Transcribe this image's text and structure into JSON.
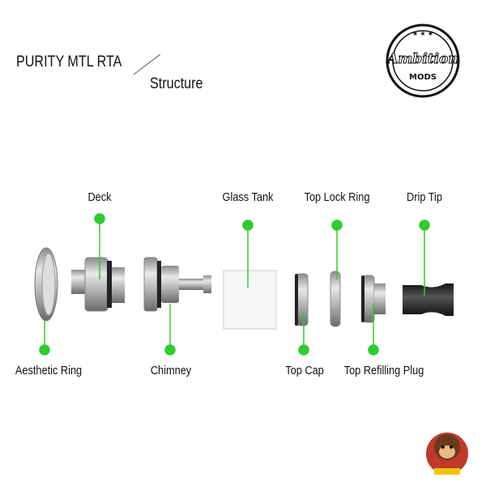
{
  "header": {
    "title": "PURITY MTL RTA",
    "subtitle": "Structure"
  },
  "logo": {
    "text": "Ambition",
    "subtext": "MODS"
  },
  "accent_color": "#2ecc2e",
  "parts": [
    {
      "label": "Deck",
      "position": "top"
    },
    {
      "label": "Glass Tank",
      "position": "top"
    },
    {
      "label": "Top Lock Ring",
      "position": "top"
    },
    {
      "label": "Drip Tip",
      "position": "top"
    },
    {
      "label": "Aesthetic Ring",
      "position": "bottom"
    },
    {
      "label": "Chimney",
      "position": "bottom"
    },
    {
      "label": "Top Cap",
      "position": "bottom"
    },
    {
      "label": "Top Refilling Plug",
      "position": "bottom"
    }
  ]
}
